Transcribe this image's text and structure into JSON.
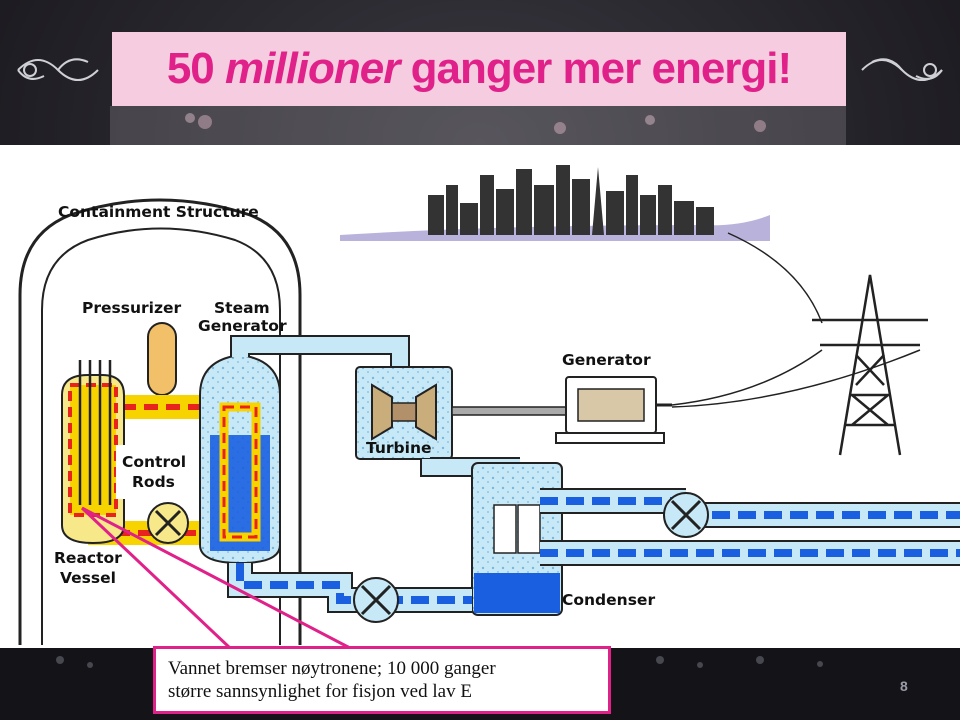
{
  "slide": {
    "title_num": "50",
    "title_italic": "millioner",
    "title_rest": "ganger mer energi!",
    "page_number": "8"
  },
  "diagram": {
    "labels": {
      "containment": "Containment Structure",
      "pressurizer": "Pressurizer",
      "steam_gen_1": "Steam",
      "steam_gen_2": "Generator",
      "control_1": "Control",
      "control_2": "Rods",
      "reactor_1": "Reactor",
      "reactor_2": "Vessel",
      "turbine": "Turbine",
      "generator": "Generator",
      "condenser": "Condenser"
    }
  },
  "callout": {
    "line1": "Vannet bremser nøytronene; 10 000 ganger",
    "line2": "større sannsynlighet for fisjon ved lav E"
  },
  "colors": {
    "accent": "#e0218a",
    "title_bg": "#f6cde0",
    "hot_loop": "#f7d400",
    "hot_dash": "#e8221c",
    "cold_water": "#1a5fe0",
    "steam": "#bfe6f6"
  }
}
